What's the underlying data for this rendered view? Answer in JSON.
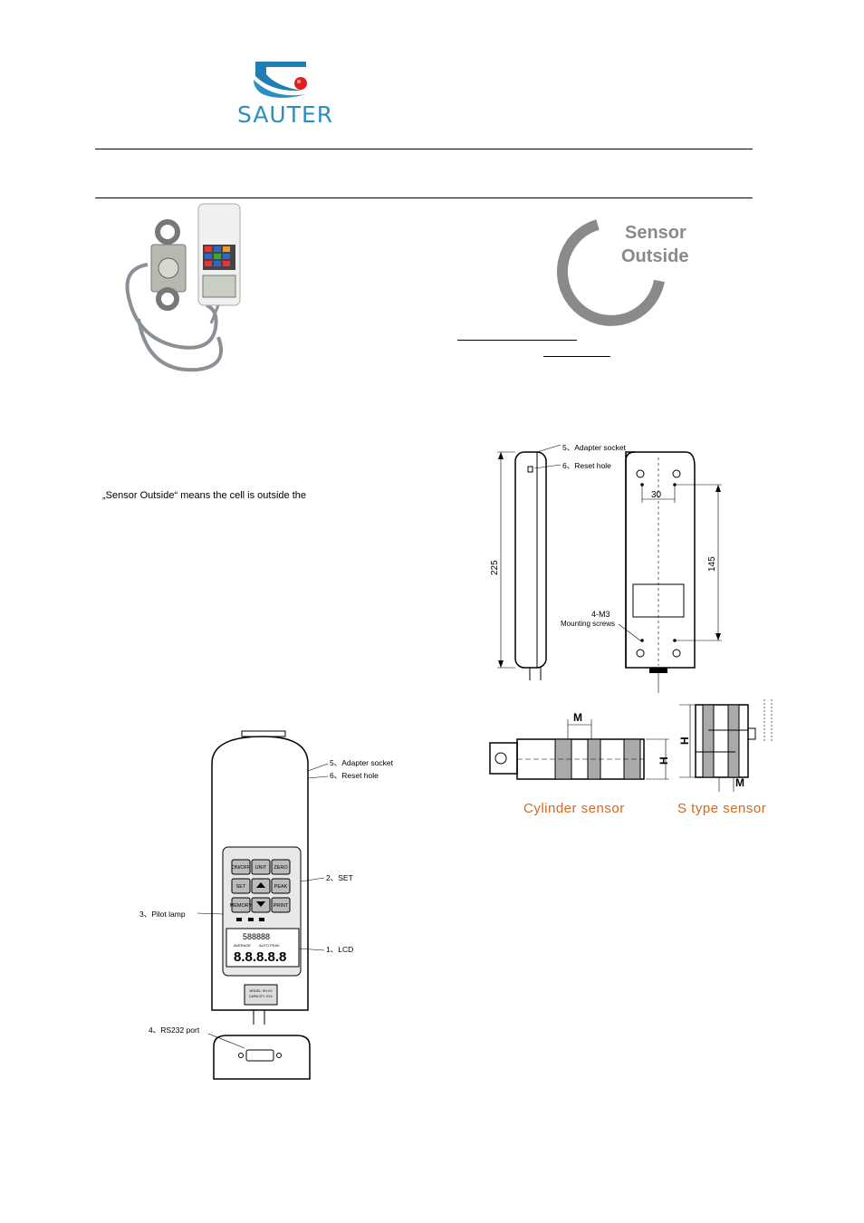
{
  "logo": {
    "name": "SAUTER"
  },
  "badge": {
    "line1": "Sensor",
    "line2": "Outside"
  },
  "description": "„Sensor Outside“ means the cell is outside the",
  "side_drawing": {
    "labels": [
      "5、Adapter socket",
      "6、Reset hole"
    ],
    "dim_height": "225",
    "dim_width": "30",
    "dim_spacing": "145",
    "screws_line1": "4-M3",
    "screws_line2": "Mounting screws"
  },
  "sensors": {
    "cylinder_caption": "Cylinder sensor",
    "stype_caption": "S type sensor",
    "label_m": "M",
    "label_h": "H"
  },
  "front_view": {
    "callouts": {
      "adapter": "5、Adapter socket",
      "reset": "6、Reset hole",
      "set": "2、SET",
      "pilot": "3、Pilot lamp",
      "lcd": "1、LCD",
      "rs232": "4、RS232 port"
    },
    "keys": [
      "ON/OFF",
      "UNIT",
      "ZERO",
      "SET",
      "",
      "PEAK",
      "MEMORY",
      "",
      "PRINT"
    ],
    "lcd_top": "588888",
    "lcd_main": "8.8.8.8.8",
    "lcd_average": "AVERAGE",
    "lcd_autopeak": "AUTO PEAK",
    "model": "MODEL: SH-XX",
    "capacity": "CAPACITY: XXX"
  },
  "colors": {
    "brand_blue": "#2a8fc4",
    "logo_red": "#e02020",
    "badge_gray": "#8a8a8a",
    "caption_orange": "#d2691e"
  }
}
